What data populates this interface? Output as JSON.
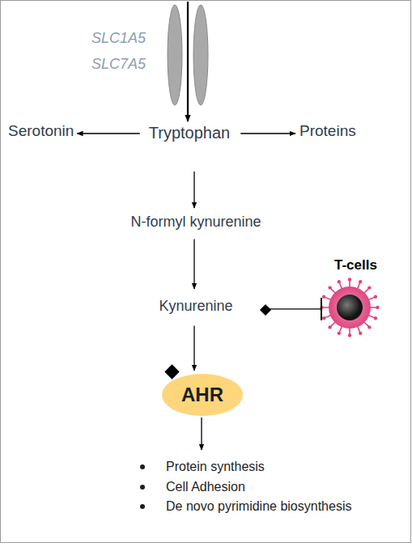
{
  "diagram": {
    "nodes": [
      {
        "text": [
          "Serotonin"
        ]
      },
      {
        "text": [
          "Tryptophan"
        ]
      },
      {
        "text": [
          "Proteins"
        ]
      },
      {
        "text": [
          "N-formyl kynurenine"
        ]
      },
      {
        "text": [
          "Kynurenine"
        ]
      },
      {
        "text": [
          "T-cells"
        ]
      },
      {
        "text": [
          "AHR"
        ]
      },
      {
        "text": [
          "Protein synthesis",
          "Cell Adhesion",
          "De novo pyrimidine biosynthesis"
        ]
      }
    ],
    "edges": [
      {
        "from": 1,
        "to": 0,
        "arrow": "to"
      },
      {
        "from": 1,
        "to": 2,
        "arrow": "to"
      },
      {
        "from": 1,
        "to": 3,
        "arrow": "to"
      },
      {
        "from": 3,
        "to": 4,
        "arrow": "to"
      },
      {
        "from": 4,
        "to": 5,
        "arrow": "to"
      },
      {
        "from": 4,
        "to": 6,
        "arrow": "to"
      },
      {
        "from": 6,
        "to": 7,
        "arrow": "to"
      }
    ],
    "labels": [
      "SLC1A5",
      "SLC7A5"
    ]
  }
}
